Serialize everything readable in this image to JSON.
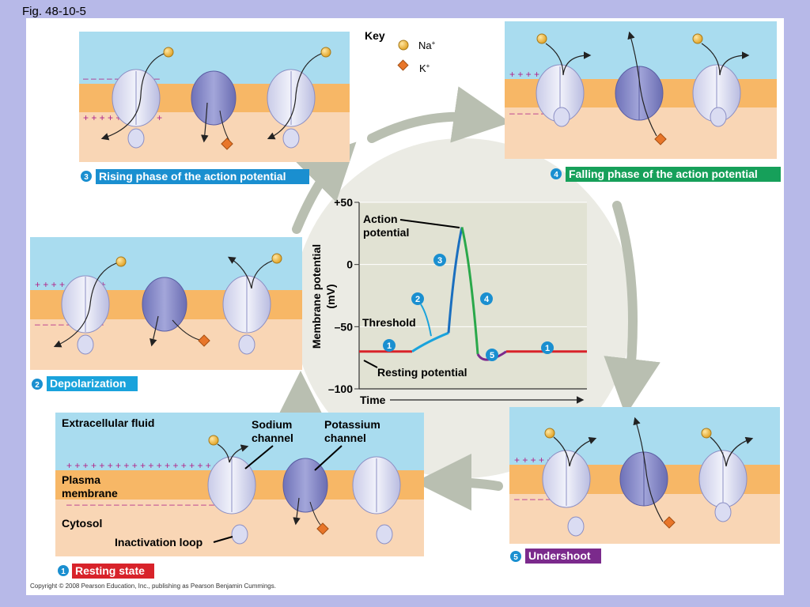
{
  "figure_label": "Fig. 48-10-5",
  "copyright": "Copyright © 2008 Pearson Education, Inc., publishing as Pearson Benjamin Cummings.",
  "key": {
    "title": "Key",
    "na": "Na",
    "k": "K",
    "superscript": "+"
  },
  "phases": [
    {
      "num": "1",
      "label": "Resting state",
      "color": "#d8232a"
    },
    {
      "num": "2",
      "label": "Depolarization",
      "color": "#1aa3dc"
    },
    {
      "num": "3",
      "label": "Rising phase of the action potential",
      "color": "#1a8fd0"
    },
    {
      "num": "4",
      "label": "Falling phase of the action potential",
      "color": "#16a05a"
    },
    {
      "num": "5",
      "label": "Undershoot",
      "color": "#7b2a8c"
    }
  ],
  "labels": {
    "extracellular": "Extracellular fluid",
    "plasma": "Plasma",
    "membrane": "membrane",
    "cytosol": "Cytosol",
    "inactivation": "Inactivation loop",
    "sodium1": "Sodium",
    "sodium2": "channel",
    "potassium1": "Potassium",
    "potassium2": "channel"
  },
  "chart_data": {
    "type": "line",
    "ylabel_line1": "Membrane potential",
    "ylabel_line2": "(mV)",
    "xlabel": "Time",
    "yticks": [
      "+50",
      "0",
      "–50",
      "–100"
    ],
    "ylim": [
      -100,
      50
    ],
    "annotations": {
      "action1": "Action",
      "action2": "potential",
      "threshold": "Threshold",
      "resting": "Resting potential"
    },
    "phase_markers": [
      "1",
      "2",
      "3",
      "4",
      "5",
      "1"
    ],
    "series": [
      {
        "phase": "resting",
        "color": "#d8232a"
      },
      {
        "phase": "depolarization",
        "color": "#1aa3dc"
      },
      {
        "phase": "rising",
        "color": "#1a6fbf"
      },
      {
        "phase": "falling",
        "color": "#2aa84a"
      },
      {
        "phase": "undershoot",
        "color": "#7b2a8c"
      }
    ]
  }
}
